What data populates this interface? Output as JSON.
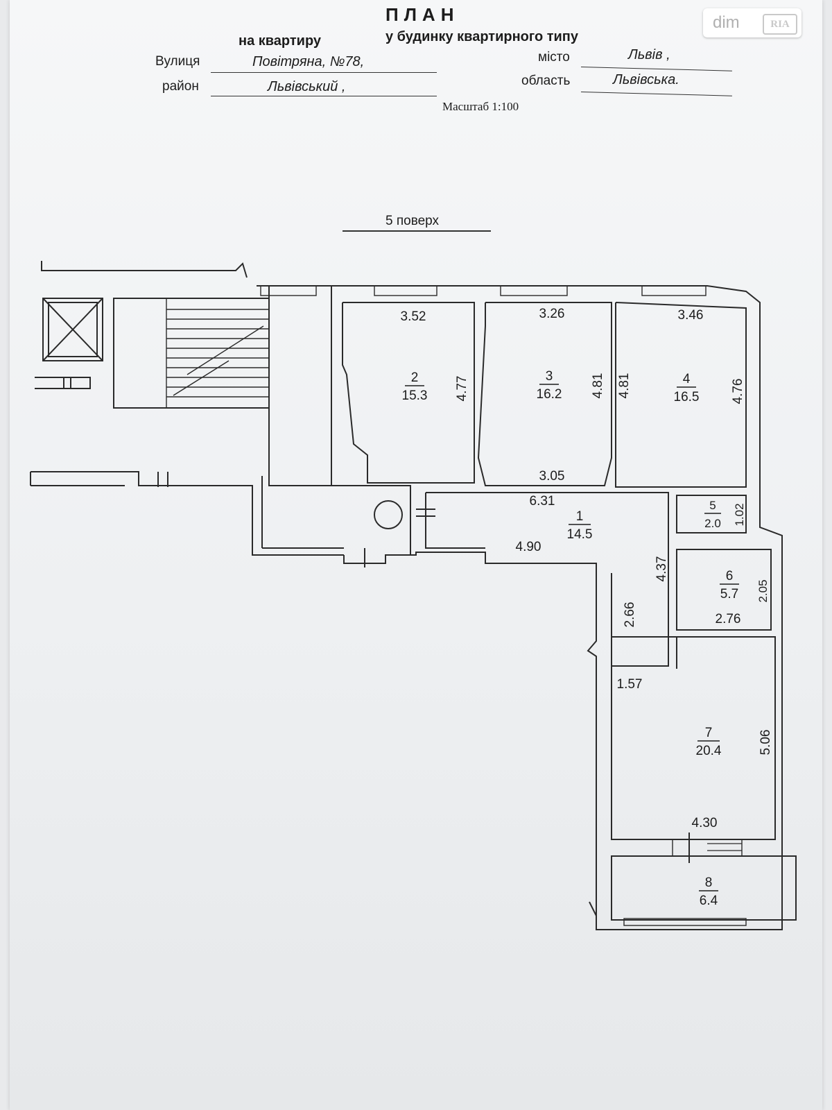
{
  "header": {
    "title": "ПЛАН",
    "subtitle_left": "на квартиру",
    "subtitle_right": "у будинку квартирного типу",
    "street_label": "Вулиця",
    "street_value": "Повітряна, №78,",
    "district_label": "район",
    "district_value": "Львівський ,",
    "city_label": "місто",
    "city_value": "Львів ,",
    "region_label": "область",
    "region_value": "Львівська.",
    "scale": "Масштаб 1:100",
    "floor": "5 поверх"
  },
  "watermark": {
    "brand_dim": "dim",
    "brand_ria": "RIA"
  },
  "rooms": [
    {
      "number": "1",
      "area": "14.5"
    },
    {
      "number": "2",
      "area": "15.3"
    },
    {
      "number": "3",
      "area": "16.2"
    },
    {
      "number": "4",
      "area": "16.5"
    },
    {
      "number": "5",
      "area": "2.0"
    },
    {
      "number": "6",
      "area": "5.7"
    },
    {
      "number": "7",
      "area": "20.4"
    },
    {
      "number": "8",
      "area": "6.4"
    }
  ],
  "dimensions": {
    "r2_width": "3.52",
    "r2_depth": "4.77",
    "r3_width": "3.26",
    "r3_depth": "4.81",
    "r3_bottom": "3.05",
    "r4_width": "3.46",
    "r4_depth_left": "4.81",
    "r4_depth_right": "4.76",
    "r5_depth": "1.02",
    "r1_top": "6.31",
    "r1_bottom": "4.90",
    "r1_side": "4.37",
    "corridor_side": "2.66",
    "corridor_bottom": "1.57",
    "r6_depth": "2.05",
    "r6_width": "2.76",
    "r7_depth": "5.06",
    "r7_width": "4.30"
  }
}
